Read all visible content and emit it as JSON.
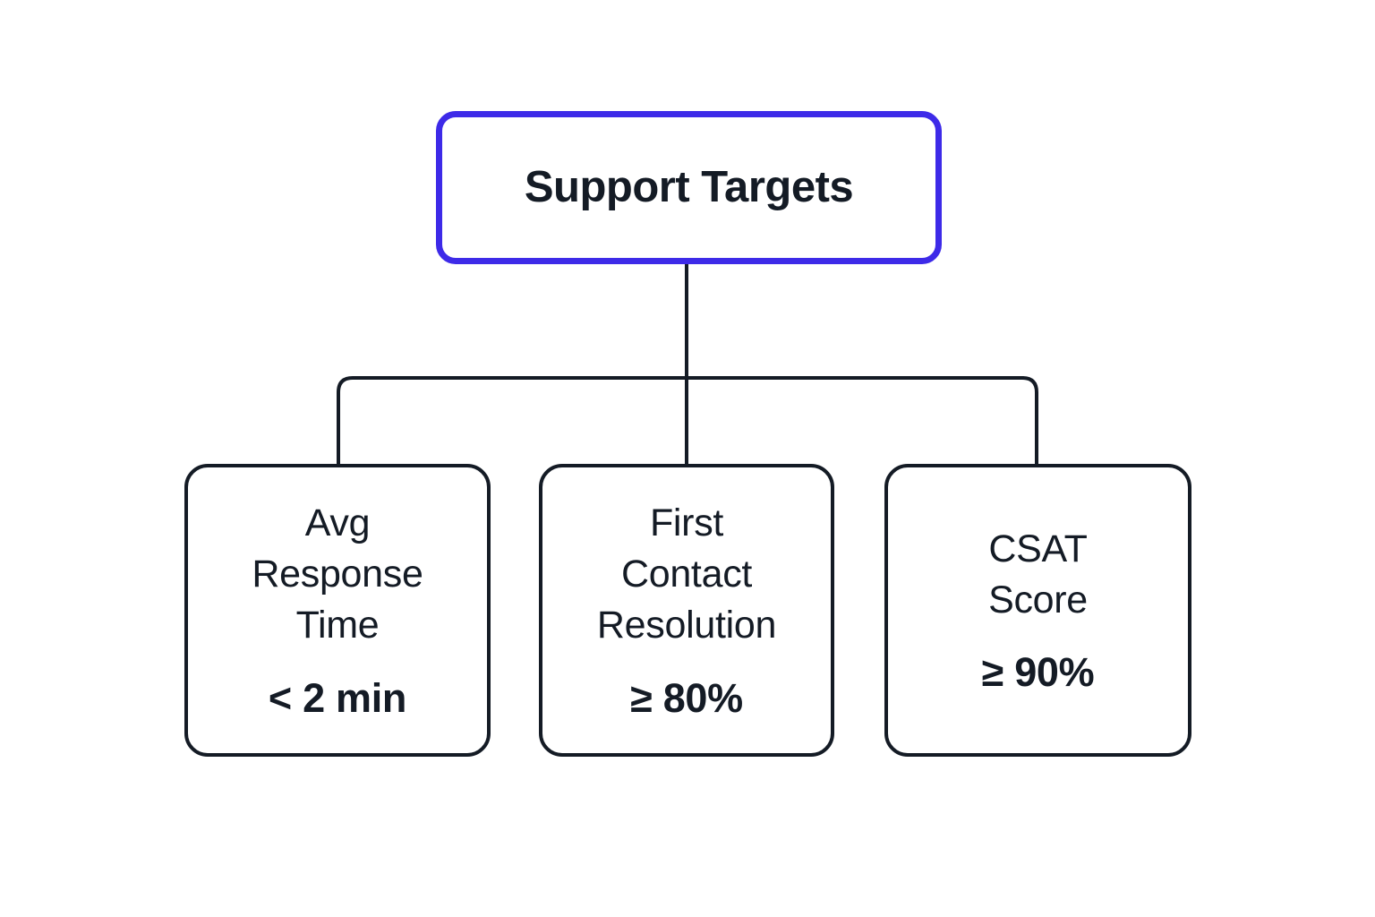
{
  "diagram": {
    "type": "hierarchy-tree",
    "background_color": "#ffffff",
    "root": {
      "title": "Support Targets",
      "border_color": "#3d2ae8",
      "text_color": "#141b25"
    },
    "connector": {
      "color": "#141b25",
      "style": "orthogonal-bus"
    },
    "children": [
      {
        "label": "Avg\nResponse\nTime",
        "value": "< 2 min",
        "border_color": "#141b25",
        "text_color": "#141b25"
      },
      {
        "label": "First\nContact\nResolution",
        "value": "≥ 80%",
        "border_color": "#141b25",
        "text_color": "#141b25"
      },
      {
        "label": "CSAT\nScore",
        "value": "≥ 90%",
        "border_color": "#141b25",
        "text_color": "#141b25"
      }
    ]
  }
}
